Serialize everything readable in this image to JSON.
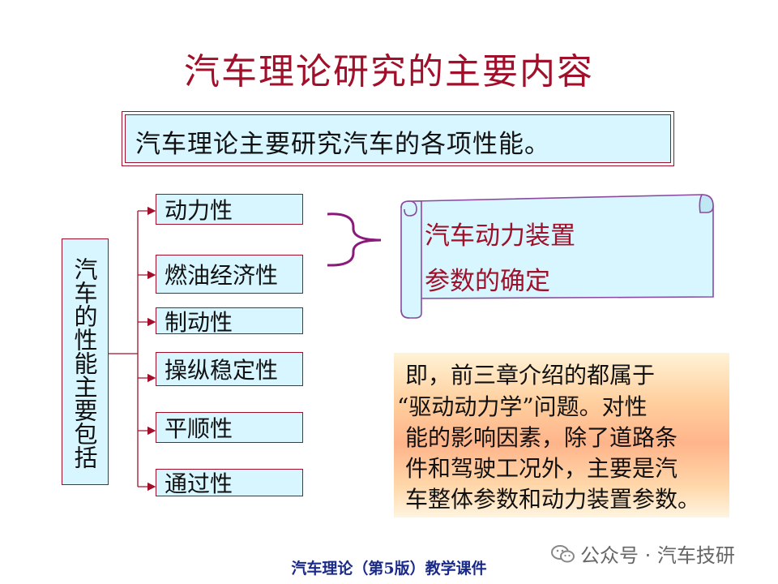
{
  "title": "汽车理论研究的主要内容",
  "subtitle": "汽车理论主要研究汽车的各项性能。",
  "vertical_label": "汽车的性能主要包括",
  "items": [
    {
      "label": "动力性"
    },
    {
      "label": "燃油经济性"
    },
    {
      "label": "制动性"
    },
    {
      "label": "操纵稳定性"
    },
    {
      "label": "平顺性"
    },
    {
      "label": "通过性"
    }
  ],
  "scroll": {
    "line1": "汽车动力装置",
    "line2": "参数的确定"
  },
  "note": {
    "lines": [
      "即，前三章介绍的都属于",
      "“驱动动力学”问题。对性",
      "能的影响因素，除了道路条",
      "件和驾驶工况外，主要是汽",
      "车整体参数和动力装置参数。"
    ]
  },
  "footer": "汽车理论（第5版）教学课件",
  "watermark": "公众号 · 汽车技研",
  "colors": {
    "title": "#a0102a",
    "box_fill": "#d8f6ff",
    "border": "#a0102a",
    "brace": "#8a1a7a",
    "footer": "#1a2a8a"
  }
}
